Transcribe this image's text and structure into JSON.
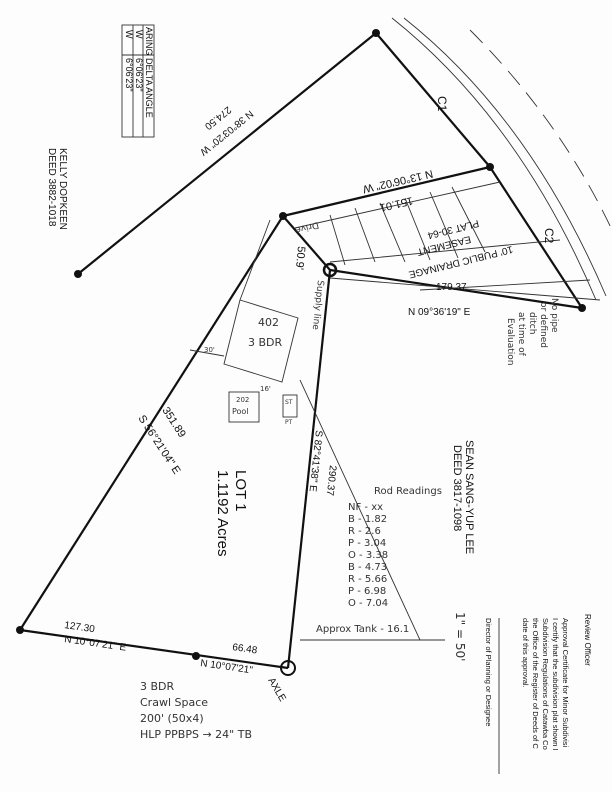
{
  "curve_table": {
    "header": "ARING DELTA ANGLE",
    "rows": [
      {
        "bearing": "W",
        "delta": "6°06'23\""
      },
      {
        "bearing": "W",
        "delta": "6°06'23\""
      }
    ]
  },
  "adjoiners": {
    "west": {
      "name": "KELLY DOPKEEN",
      "deed": "DEED 3882-1018"
    },
    "east": {
      "name": "SEAN SANG-YUP LEE",
      "deed": "DEED 3817-1098"
    }
  },
  "boundary": {
    "nw": {
      "bearing": "N 38°03'20\" W",
      "distance": "274.50"
    },
    "front": {
      "bearing": "N 13°06'02\" W",
      "distance": "151.01"
    },
    "sw": {
      "bearing": "S 56°21'04\" E",
      "distance": "351.89"
    },
    "drive": "50.9'",
    "ne": {
      "bearing": "N 09°36'19\" E",
      "distance": "179.37"
    },
    "inner": {
      "bearing": "S 82°41'38\" E",
      "distance": "290.37"
    },
    "rear1": {
      "bearing": "N 10°07'21\" E",
      "distance": "127.30"
    },
    "rear2": {
      "bearing": "N 10°07'21\"",
      "distance": "66.48"
    },
    "axle": "AXLE",
    "c1": "C1",
    "c2": "C2"
  },
  "easement": {
    "line1": "10' PUBLIC DRAINAGE",
    "line2": "EASEMENT",
    "line3": "PLAT 30-64"
  },
  "lot": {
    "name": "LOT 1",
    "area": "1.1192 Acres"
  },
  "house": {
    "number": "402",
    "bedrooms": "3 BDR",
    "pool": "Pool",
    "pool_num": "202",
    "st": "ST",
    "pt": "PT",
    "setback": "30'",
    "dim": "16'"
  },
  "annotations": {
    "drive": "Drive",
    "supply_line": "Supply line",
    "no_pipe": [
      "No pipe",
      "or defined",
      "ditch",
      "at time of",
      "Evaluation"
    ],
    "scale": "1\" = 50'",
    "approx_tank": "Approx Tank - 16.1"
  },
  "rod_readings": {
    "title": "Rod Readings",
    "items": [
      "NF - xx",
      "B - 1.82",
      "R - 2.6",
      "P - 3.04",
      "O - 3.38",
      "B - 4.73",
      "R - 5.66",
      "P - 6.98",
      "O - 7.04"
    ]
  },
  "design_note": [
    "3 BDR",
    "Crawl Space",
    "200' (50x4)",
    "HLP PPBPS → 24\" TB"
  ],
  "approval": {
    "review_officer": "Review Officer",
    "cert_lines": [
      "Approval Certificate for Minor Subdivisi",
      "I certify that the subdivision plat shown I",
      "Subdivision Regulations of Catawba Co",
      "the Office of the Register of Deeds of C",
      "date of this approval."
    ],
    "director": "Director of Planning or Designee"
  }
}
